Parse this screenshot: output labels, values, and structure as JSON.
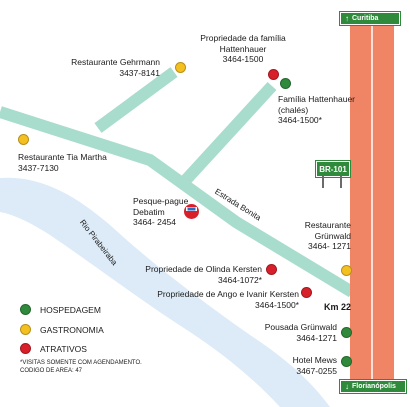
{
  "highway": {
    "north_sign": "Curitiba",
    "south_sign": "Florianópolis",
    "shield": "BR-101",
    "km_marker": "Km 22",
    "road_color": "#f08566",
    "sign_color": "#2f8a3b"
  },
  "road_names": {
    "estrada": "Estrada Bonita",
    "river": "Rio Pirabeiraba"
  },
  "colors": {
    "secondary_road": "#a8dccc",
    "river": "#dcebf7",
    "hospedagem": "#2f8a3b",
    "gastronomia": "#f4c020",
    "atrativos": "#d8202a"
  },
  "places": {
    "gehrmann": {
      "name": "Restaurante Gehrmann",
      "phone": "3437-8141",
      "category": "gastronomia"
    },
    "hattenhauer": {
      "name_line1": "Propriedade da família",
      "name_line2": "Hattenhauer",
      "phone": "3464-1500",
      "category": "atrativos"
    },
    "chales": {
      "name_line1": "Família Hattenhauer",
      "name_line2": "(chalés)",
      "phone": "3464-1500*",
      "category": "hospedagem"
    },
    "tia_martha": {
      "name": "Restaurante   Tia Martha",
      "phone": "3437-7130",
      "category": "gastronomia"
    },
    "debatim": {
      "name_line1": "Pesque-pague",
      "name_line2": "Debatim",
      "phone": "3464- 2454",
      "category": "atrativos"
    },
    "grunwald_rest": {
      "name_line1": "Restaurante",
      "name_line2": "Grünwald",
      "phone": "3464- 1271",
      "category": "gastronomia"
    },
    "olinda": {
      "name": "Propriedade de Olinda Kersten",
      "phone": "3464-1072*",
      "category": "atrativos"
    },
    "ango": {
      "name": "Propriedade de Ango e Ivanir Kersten",
      "phone": "3464-1500*",
      "category": "atrativos"
    },
    "pousada": {
      "name": "Pousada Grünwald",
      "phone": "3464-1271",
      "category": "hospedagem"
    },
    "mews": {
      "name": "Hotel Mews",
      "phone": "3467-0255",
      "category": "hospedagem"
    }
  },
  "legend": {
    "hospedagem": "HOSPEDAGEM",
    "gastronomia": "GASTRONOMIA",
    "atrativos": "ATRATIVOS"
  },
  "footnote": {
    "line1": "*VISITAS SOMENTE COM AGENDAMENTO.",
    "line2": "CODIGO DE AREA: 47"
  }
}
